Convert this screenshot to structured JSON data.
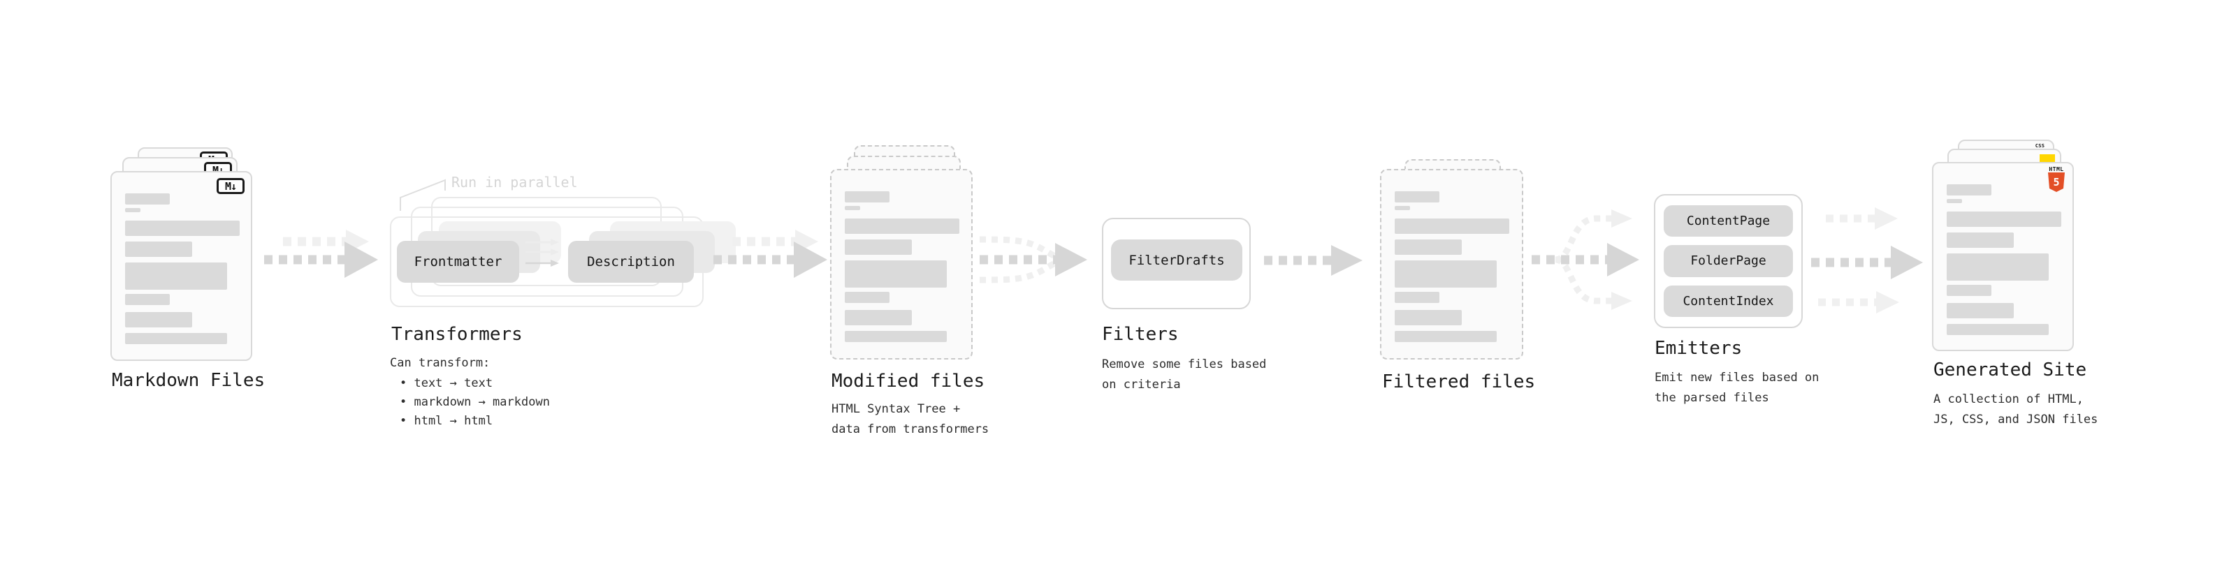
{
  "markdown_files": {
    "label": "Markdown Files",
    "icon_text": "M↓"
  },
  "transformers": {
    "annotation": "Run in parallel",
    "chip_frontmatter": "Frontmatter",
    "chip_description": "Description",
    "title": "Transformers",
    "subtitle_heading": "Can transform:",
    "bullet_1": "• text → text",
    "bullet_2": "• markdown → markdown",
    "bullet_3": "• html → html"
  },
  "modified_files": {
    "title": "Modified files",
    "subtitle": "HTML Syntax Tree +\ndata from transformers"
  },
  "filters": {
    "title": "Filters",
    "chip": "FilterDrafts",
    "subtitle": "Remove some files based\non criteria"
  },
  "filtered_files": {
    "label": "Filtered files"
  },
  "emitters": {
    "title": "Emitters",
    "chip_1": "ContentPage",
    "chip_2": "FolderPage",
    "chip_3": "ContentIndex",
    "subtitle": "Emit new files based on\nthe parsed files"
  },
  "generated_site": {
    "title": "Generated Site",
    "subtitle": "A collection of HTML,\nJS, CSS, and JSON files",
    "css_icon_text": "CSS",
    "html_icon_text": "HTML",
    "html_icon_number": "5"
  },
  "colors": {
    "html5_orange": "#e34f26",
    "js_yellow": "#ffd600",
    "css_blue": "#2962ff",
    "arrow_dark": "#d6d6d6",
    "arrow_light": "#f0f0f0",
    "bar_gray": "#dadada",
    "text_dark": "#1b1b1b"
  }
}
